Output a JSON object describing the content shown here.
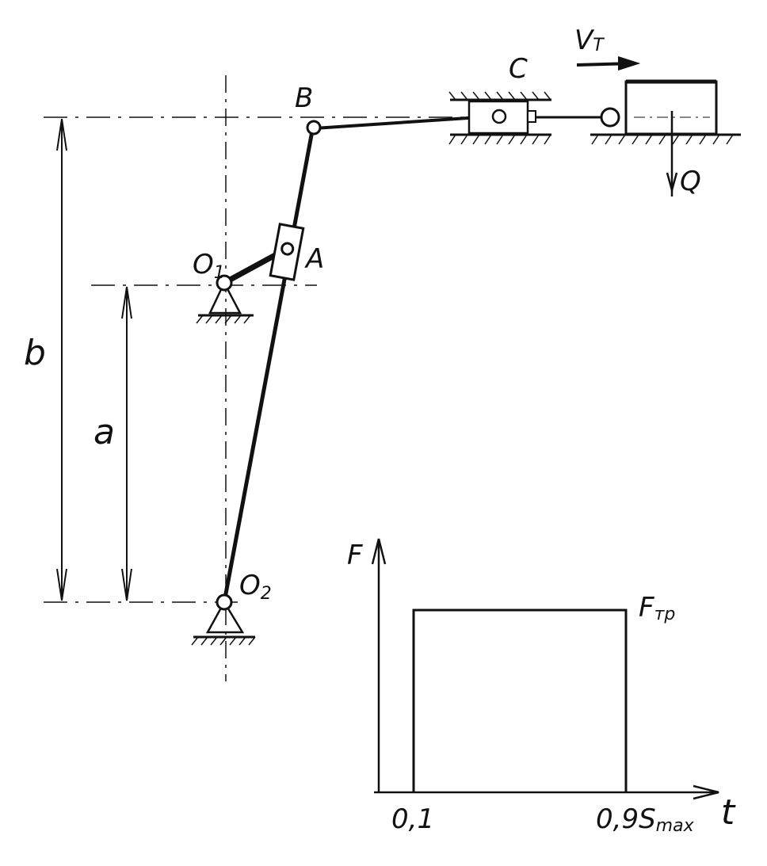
{
  "labels": {
    "B": "B",
    "C": "C",
    "A": "A",
    "O1": "O",
    "O1_sub": "1",
    "O2": "O",
    "O2_sub": "2",
    "b": "b",
    "a": "a",
    "V": "V",
    "V_sub": "T",
    "Q": "Q"
  },
  "graph": {
    "y_axis": "F",
    "x_axis": "t",
    "level": "F",
    "level_sub": "тр",
    "tick_start": "0,1",
    "tick_end": "0,9S",
    "tick_end_sub": "max"
  },
  "colors": {
    "ink": "#111111",
    "paper": "#ffffff"
  }
}
